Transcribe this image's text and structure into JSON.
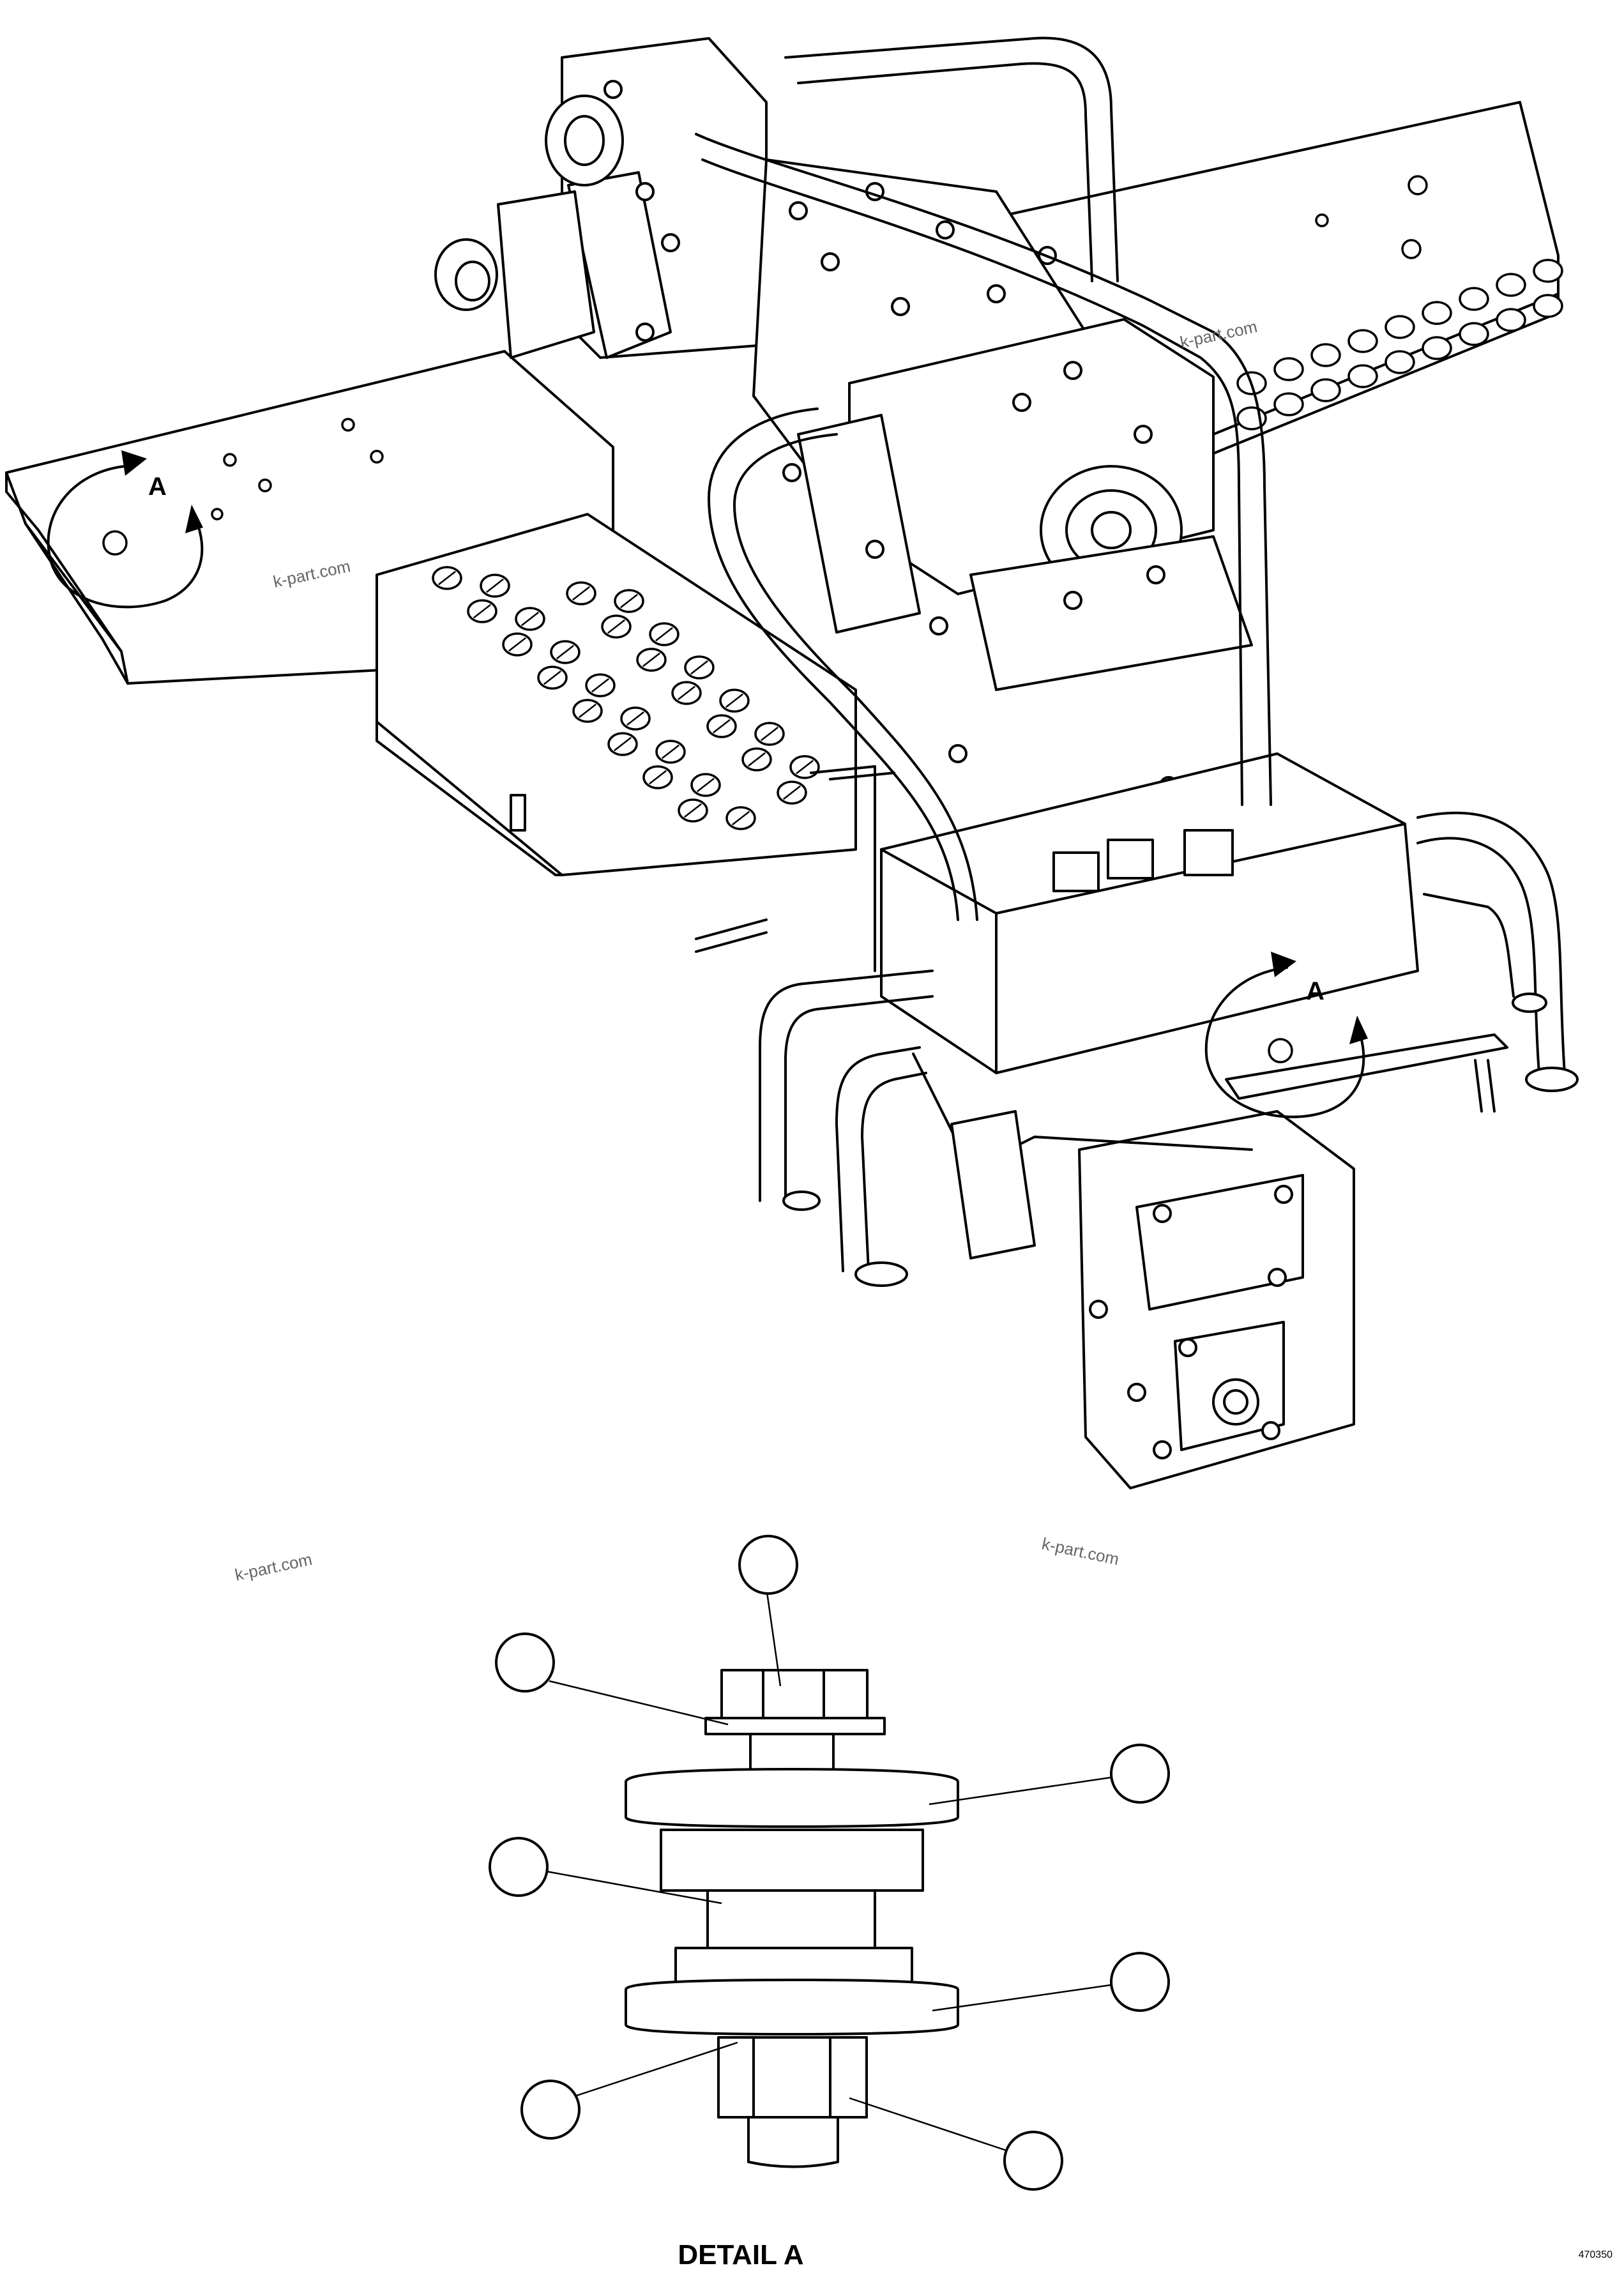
{
  "watermarks": [
    "k-part.com",
    "k-part.com",
    "k-part.com",
    "k-part.com"
  ],
  "view_labels": [
    "A",
    "A"
  ],
  "detail_title": "DETAIL A",
  "figure_number": "470350",
  "callouts": [
    "",
    "",
    "",
    "",
    "",
    "",
    ""
  ]
}
